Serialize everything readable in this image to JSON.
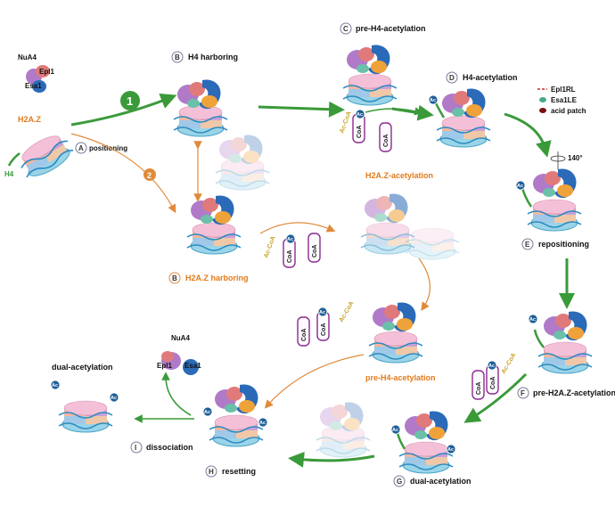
{
  "nua4_top": {
    "title": "NuA4",
    "epl1": "Epl1",
    "esa1": "Esa1"
  },
  "h2az_label": "H2A.Z",
  "h4_label": "H4",
  "pathway_1": "1",
  "pathway_2": "2",
  "steps": {
    "A": {
      "letter": "A",
      "label": "positioning"
    },
    "B": {
      "letter": "B",
      "label": "H4 harboring"
    },
    "C": {
      "letter": "C",
      "label": "pre-H4-acetylation"
    },
    "D": {
      "letter": "D",
      "label": "H4-acetylation"
    },
    "E": {
      "letter": "E",
      "label": "repositioning"
    },
    "F": {
      "letter": "F",
      "label": "pre-H2A.Z-acetylation"
    },
    "G": {
      "letter": "G",
      "label": "dual-acetylation"
    },
    "H": {
      "letter": "H",
      "label": "resetting"
    },
    "I": {
      "letter": "I",
      "label": "dissociation"
    },
    "B2": {
      "letter": "B",
      "label": "H2A.Z harboring"
    }
  },
  "orange_labels": {
    "h2az_acetylation": "H2A.Z-acetylation",
    "pre_h4_acetylation": "pre-H4-acetylation"
  },
  "dual_acetylation_top": "dual-acetylation",
  "nua4_bottom": {
    "title": "NuA4",
    "epl1": "Epl1",
    "esa1": "Esa1"
  },
  "legend": {
    "items": [
      {
        "label": "Epl1RL",
        "color": "#cc2a2a"
      },
      {
        "label": "Esa1LE",
        "color": "#4aa88a"
      },
      {
        "label": "acid patch",
        "color": "#7a1010"
      }
    ]
  },
  "rotation": "140°",
  "coa": {
    "coa": "CoA",
    "acoa": "Ac-CoA",
    "ac": "Ac"
  },
  "colors": {
    "green_arrow": "#3a9a3a",
    "orange_arrow": "#e08a3a",
    "coa_border": "#8b2a8f",
    "ac_blue": "#1f5f99"
  }
}
